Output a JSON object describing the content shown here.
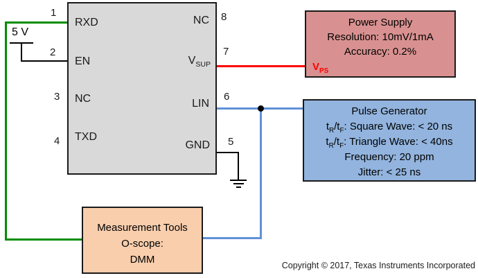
{
  "chip": {
    "fill": "#d9d9d9",
    "left_pins": [
      {
        "number": "1",
        "label": "RXD"
      },
      {
        "number": "2",
        "label": "EN"
      },
      {
        "number": "3",
        "label": "NC"
      },
      {
        "number": "4",
        "label": "TXD"
      }
    ],
    "right_pins": [
      {
        "number": "8",
        "label": "NC"
      },
      {
        "number": "7",
        "label_main": "V",
        "label_sub": "SUP"
      },
      {
        "number": "6",
        "label": "LIN"
      },
      {
        "number": "5",
        "label": "GND"
      }
    ]
  },
  "supply_rail": {
    "label": "5 V"
  },
  "power_supply_box": {
    "fill": "#d89190",
    "title": "Power Supply",
    "line_resolution": "Resolution: 10mV/1mA",
    "line_accuracy": "Accuracy: 0.2%",
    "terminal_main": "V",
    "terminal_sub": "PS",
    "terminal_color": "#fe0000"
  },
  "pulse_generator_box": {
    "fill": "#92b4de",
    "title": "Pulse Generator",
    "line_square": {
      "t1": "t",
      "s1": "R",
      "t2": "/t",
      "s2": "F",
      "t3": ": Square Wave: < 20 ns"
    },
    "line_triangle": {
      "t1": "t",
      "s1": "R",
      "t2": "/t",
      "s2": "F",
      "t3": ": Triangle Wave: < 40ns"
    },
    "line_frequency": "Frequency: 20 ppm",
    "line_jitter": "Jitter: < 25 ns"
  },
  "measurement_box": {
    "fill": "#f8cead",
    "title": "Measurement Tools",
    "line_oscope": "O-scope:",
    "line_dmm": "DMM"
  },
  "wires": {
    "green": "#008c00",
    "red": "#fe0000",
    "blue": "#6090d8",
    "black": "#000000"
  },
  "footer": {
    "copyright": "Copyright © 2017, Texas Instruments Incorporated"
  }
}
